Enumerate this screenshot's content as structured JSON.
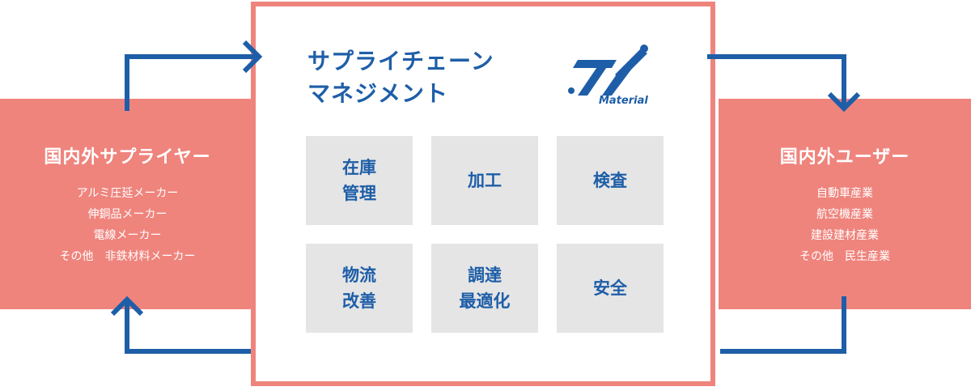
{
  "colors": {
    "accent": "#ef847d",
    "brand_blue": "#1e5ea8",
    "tile_gray": "#e5e5e5"
  },
  "left": {
    "title": "国内外サプライヤー",
    "items": [
      "アルミ圧延メーカー",
      "伸銅品メーカー",
      "電線メーカー",
      "その他　非鉄材料メーカー"
    ]
  },
  "center": {
    "title_line1": "サプライチェーン",
    "title_line2": "マネジメント",
    "logo_text": "Material",
    "tiles": [
      {
        "label": "在庫\n管理"
      },
      {
        "label": "加工"
      },
      {
        "label": "検査"
      },
      {
        "label": "物流\n改善"
      },
      {
        "label": "調達\n最適化"
      },
      {
        "label": "安全"
      }
    ]
  },
  "right": {
    "title": "国内外ユーザー",
    "items": [
      "自動車産業",
      "航空機産業",
      "建設建材産業",
      "その他　民生産業"
    ]
  },
  "icons": {
    "flow_arrows": "arrow-icon",
    "logo": "material-logo-icon"
  }
}
